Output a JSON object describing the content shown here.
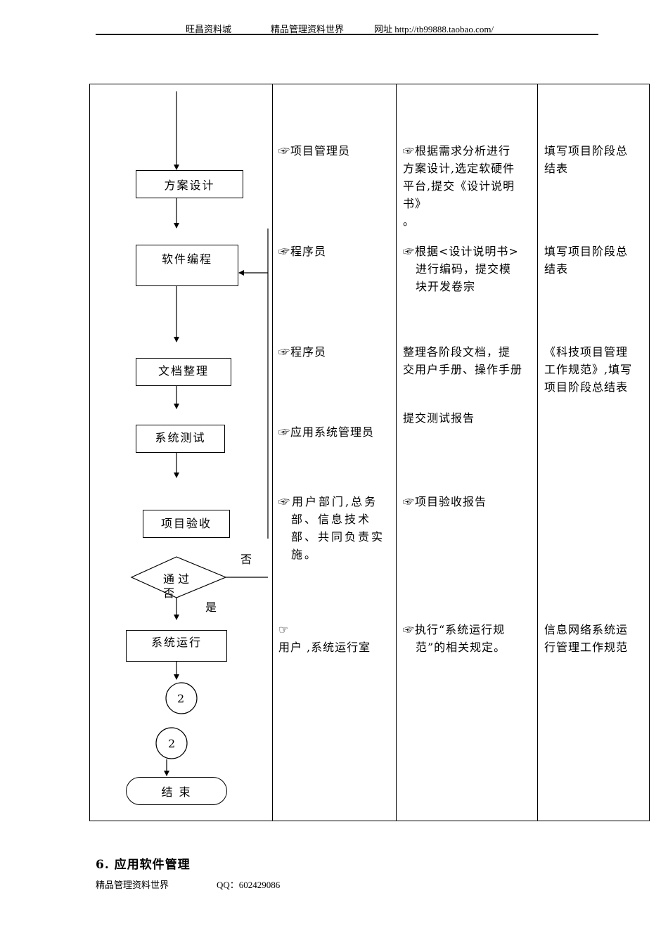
{
  "header": {
    "shop": "旺昌资料城",
    "slogan": "精品管理资料世界",
    "url_label": "网址  http://tb99888.taobao.com/"
  },
  "flowchart": {
    "design": "方案设计",
    "coding": "软件编程",
    "docs": "文档整理",
    "testing": "系统测试",
    "acceptance": "项目验收",
    "decision": "通 过 否",
    "no_label": "否",
    "yes_label": "是",
    "operation": "系统运行",
    "connector_out": "2",
    "connector_in": "2",
    "end": "结    束"
  },
  "rows": [
    {
      "role": "☞项目管理员",
      "action_lines": [
        "☞根据需求分析进行",
        "方案设计,选定软硬件",
        "平台,提交《设计说明",
        "书》",
        "。"
      ],
      "record_lines": [
        "填写项目阶段总",
        "结表"
      ]
    },
    {
      "role": "☞程序员",
      "action_lines": [
        "☞根据<设计说明书>",
        "进行编码，提交模",
        "块开发卷宗"
      ],
      "record_lines": [
        "填写项目阶段总",
        "结表"
      ]
    },
    {
      "role": "☞程序员",
      "action_lines": [
        "整理各阶段文档，提",
        "交用户手册、操作手册"
      ],
      "record_lines": [
        "《科技项目管理",
        "工作规范》,填写",
        "项目阶段总结表"
      ]
    },
    {
      "role": "☞应用系统管理员",
      "action_lines": [
        "提交测试报告"
      ],
      "record_lines": []
    },
    {
      "role_lines": [
        "☞用户部门,总务",
        "部、信息技术",
        "部、共同负责实",
        "施。"
      ],
      "action_lines": [
        "☞项目验收报告"
      ],
      "record_lines": []
    },
    {
      "role_lines": [
        "☞",
        "用户 ,系统运行室"
      ],
      "action_lines": [
        "☞执行“系统运行规",
        "范”的相关规定。"
      ],
      "record_lines": [
        "信息网络系统运",
        "行管理工作规范"
      ]
    }
  ],
  "section_heading": "6. 应用软件管理",
  "footer": {
    "site": "精品管理资料世界",
    "qq": "QQ：602429086"
  }
}
